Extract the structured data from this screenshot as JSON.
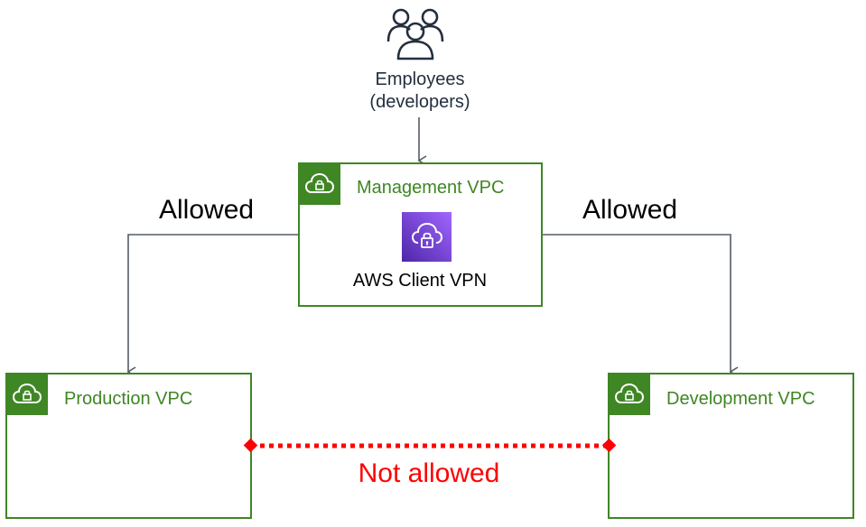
{
  "users": {
    "icon": "users-icon",
    "label_line1": "Employees",
    "label_line2": "(developers)"
  },
  "management_vpc": {
    "title": "Management VPC",
    "icon": "vpc-cloud-lock-icon",
    "service": {
      "icon": "aws-client-vpn-icon",
      "label": "AWS Client VPN"
    }
  },
  "production_vpc": {
    "title": "Production VPC",
    "icon": "vpc-cloud-lock-icon"
  },
  "development_vpc": {
    "title": "Development VPC",
    "icon": "vpc-cloud-lock-icon"
  },
  "connections": {
    "left_label": "Allowed",
    "right_label": "Allowed",
    "blocked_label": "Not allowed"
  },
  "colors": {
    "vpc_green": "#3f8624",
    "arrow_gray": "#545b64",
    "blocked_red": "#ff0000",
    "vpn_purple_start": "#4d27a8",
    "vpn_purple_end": "#a166ff"
  }
}
